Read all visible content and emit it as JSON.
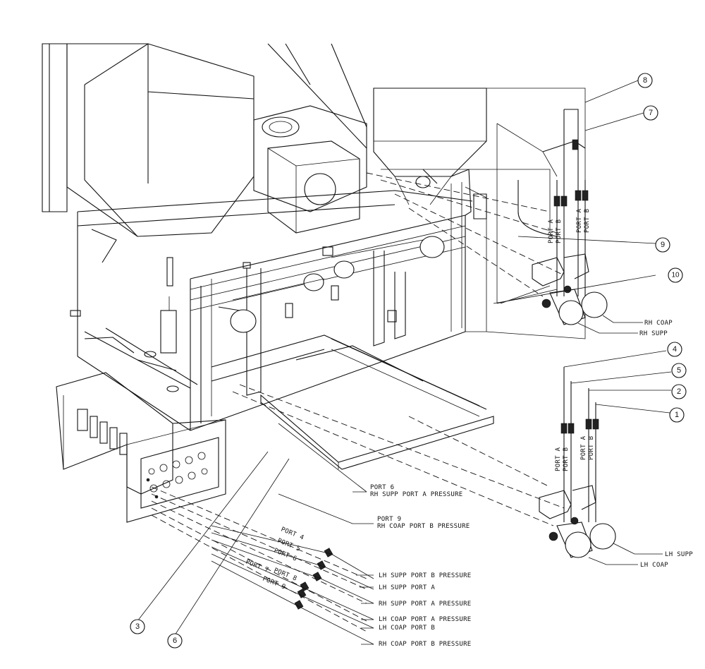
{
  "callouts": {
    "c1": "1",
    "c2": "2",
    "c3": "3",
    "c4": "4",
    "c5": "5",
    "c6": "6",
    "c7": "7",
    "c8": "8",
    "c9": "9",
    "c10": "10"
  },
  "labels": {
    "rh_coap": "RH COAP",
    "rh_supp": "RH SUPP",
    "lh_supp": "LH SUPP",
    "lh_coap": "LH COAP",
    "rh_port_a_1": "PORT A",
    "rh_port_b_1": "PORT B",
    "rh_port_a_2": "PORT A",
    "rh_port_b_2": "PORT B",
    "lh_port_a_1": "PORT A",
    "lh_port_b_1": "PORT B",
    "lh_port_a_2": "PORT A",
    "lh_port_b_2": "PORT B",
    "port6_title": "PORT 6",
    "port6_desc": "RH SUPP PORT A PRESSURE",
    "port9_title": "PORT 9",
    "port9_desc": "RH COAP PORT B PRESSURE",
    "p4": "PORT 4",
    "p5": "PORT 5",
    "p6": "PORT 6",
    "p7": "PORT 7",
    "p8": "PORT 8",
    "p9": "PORT 9",
    "list_lh_supp_b": "LH SUPP PORT B PRESSURE",
    "list_lh_supp_a": "LH SUPP PORT A",
    "list_rh_supp_a": "RH SUPP PORT A PRESSURE",
    "list_lh_coap_a": "LH COAP PORT A PRESSURE",
    "list_lh_coap_b": "LH COAP PORT B",
    "list_rh_coap_b": "RH COAP PORT B PRESSURE"
  }
}
